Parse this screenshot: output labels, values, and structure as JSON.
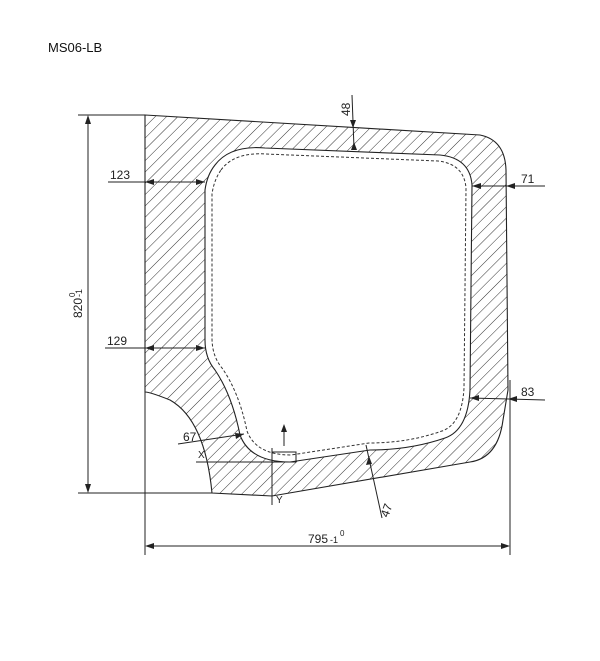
{
  "drawing": {
    "part_code": "MS06-LB",
    "height_dim": "820",
    "height_tol": "0",
    "width_dim": "795",
    "width_tol": "0",
    "tol_minus": "-1",
    "thickness": {
      "top": "48",
      "left_upper": "123",
      "right_upper": "71",
      "left_lower": "129",
      "right_lower": "83",
      "bottom_left": "67",
      "bottom": "47"
    },
    "axis_x": "X",
    "axis_y": "Y"
  },
  "colors": {
    "line": "#222222",
    "background": "#ffffff"
  }
}
